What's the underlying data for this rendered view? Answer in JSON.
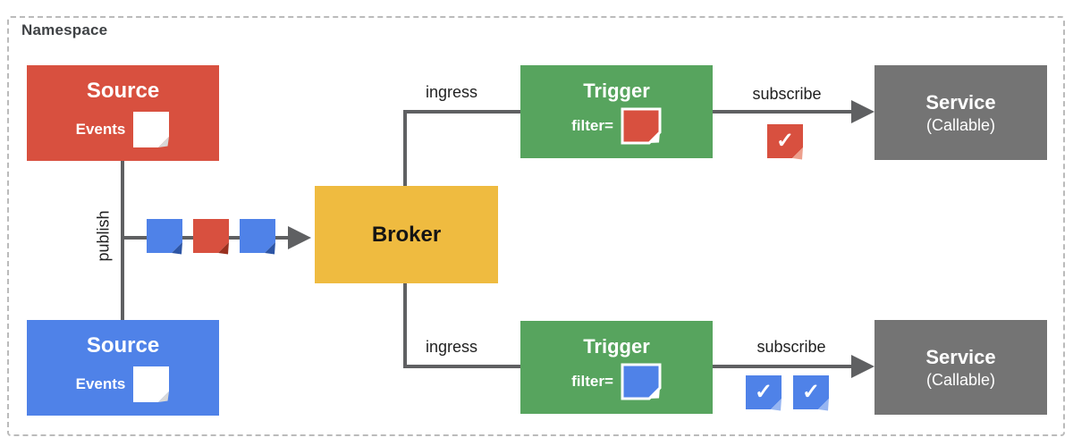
{
  "diagram": {
    "frame_label": "Namespace",
    "palette": {
      "red": "#D8503F",
      "red_dark": "#99301F",
      "red_light": "#EDA08D",
      "blue": "#4F82E8",
      "blue_dark": "#2D55A5",
      "blue_light": "#96B5F2",
      "green": "#57A45E",
      "yellow": "#EFBB40",
      "gray": "#747474",
      "line": "#5F6062",
      "label_text": "#1F1F1F",
      "frame_text": "#3F4245",
      "frame_border": "#BBBBBB",
      "white_note_fold": "#D8D8D8"
    },
    "nodes": {
      "source_red": {
        "title": "Source",
        "events_label": "Events"
      },
      "source_blue": {
        "title": "Source",
        "events_label": "Events"
      },
      "broker": {
        "title": "Broker"
      },
      "trigger_top": {
        "title": "Trigger",
        "filter_label": "filter="
      },
      "trigger_bottom": {
        "title": "Trigger",
        "filter_label": "filter="
      },
      "service_top": {
        "title": "Service",
        "subtitle": "(Callable)"
      },
      "service_bottom": {
        "title": "Service",
        "subtitle": "(Callable)"
      }
    },
    "edges": {
      "publish": "publish",
      "ingress_top": "ingress",
      "ingress_bottom": "ingress",
      "subscribe_top": "subscribe",
      "subscribe_bottom": "subscribe"
    },
    "event_notes": {
      "publish_queue": [
        "blue",
        "red",
        "blue"
      ],
      "filter_top": "red",
      "filter_bottom": "blue",
      "delivered_top": [
        "red"
      ],
      "delivered_bottom": [
        "blue",
        "blue"
      ],
      "check_glyph": "✓"
    }
  }
}
